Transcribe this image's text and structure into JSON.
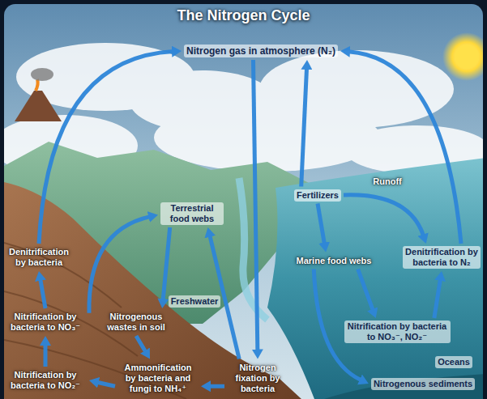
{
  "diagram": {
    "title": "The Nitrogen Cycle",
    "nodes": [
      {
        "text": [
          "Nitrogen gas in atmosphere (N₂)"
        ]
      },
      {
        "text": [
          "Terrestrial food webs"
        ]
      },
      {
        "text": [
          "Fertilizers"
        ]
      },
      {
        "text": [
          "Denitrification by bacteria"
        ]
      },
      {
        "text": [
          "Marine food webs"
        ]
      },
      {
        "text": [
          "Denitrification by bacteria to N₂"
        ]
      },
      {
        "text": [
          "Nitrification by bacteria to NO₃⁻"
        ]
      },
      {
        "text": [
          "Nitrogenous wastes in soil"
        ]
      },
      {
        "text": [
          "Nitrification by bacteria to NO₃⁻, NO₂⁻"
        ]
      },
      {
        "text": [
          "Nitrification by bacteria to NO₂⁻"
        ]
      },
      {
        "text": [
          "Ammonification by bacteria and fungi to NH₄⁺"
        ]
      },
      {
        "text": [
          "Nitrogen fixation by bacteria"
        ]
      },
      {
        "text": [
          "Nitrogenous sediments"
        ]
      }
    ],
    "edges": [
      {
        "from": 0,
        "to": 11,
        "arrow": "to"
      },
      {
        "from": 11,
        "to": 1,
        "arrow": "to"
      },
      {
        "from": 11,
        "to": 10,
        "arrow": "to"
      },
      {
        "from": 10,
        "to": 9,
        "arrow": "to"
      },
      {
        "from": 9,
        "to": 6,
        "arrow": "to"
      },
      {
        "from": 6,
        "to": 3,
        "arrow": "to"
      },
      {
        "from": 3,
        "to": 0,
        "arrow": "to"
      },
      {
        "from": 6,
        "to": 1,
        "arrow": "to"
      },
      {
        "from": 1,
        "to": 7,
        "arrow": "to"
      },
      {
        "from": 7,
        "to": 10,
        "arrow": "to"
      },
      {
        "from": 2,
        "to": 0,
        "arrow": "to"
      },
      {
        "from": 2,
        "to": 4,
        "arrow": "to"
      },
      {
        "from": 2,
        "to": 5,
        "label": "Runoff",
        "arrow": "to"
      },
      {
        "from": 4,
        "to": 8,
        "arrow": "to"
      },
      {
        "from": 8,
        "to": 5,
        "arrow": "to"
      },
      {
        "from": 4,
        "to": 12,
        "arrow": "to"
      },
      {
        "from": 5,
        "to": 0,
        "arrow": "to"
      }
    ],
    "labels": [
      "Freshwater",
      "Oceans"
    ]
  }
}
